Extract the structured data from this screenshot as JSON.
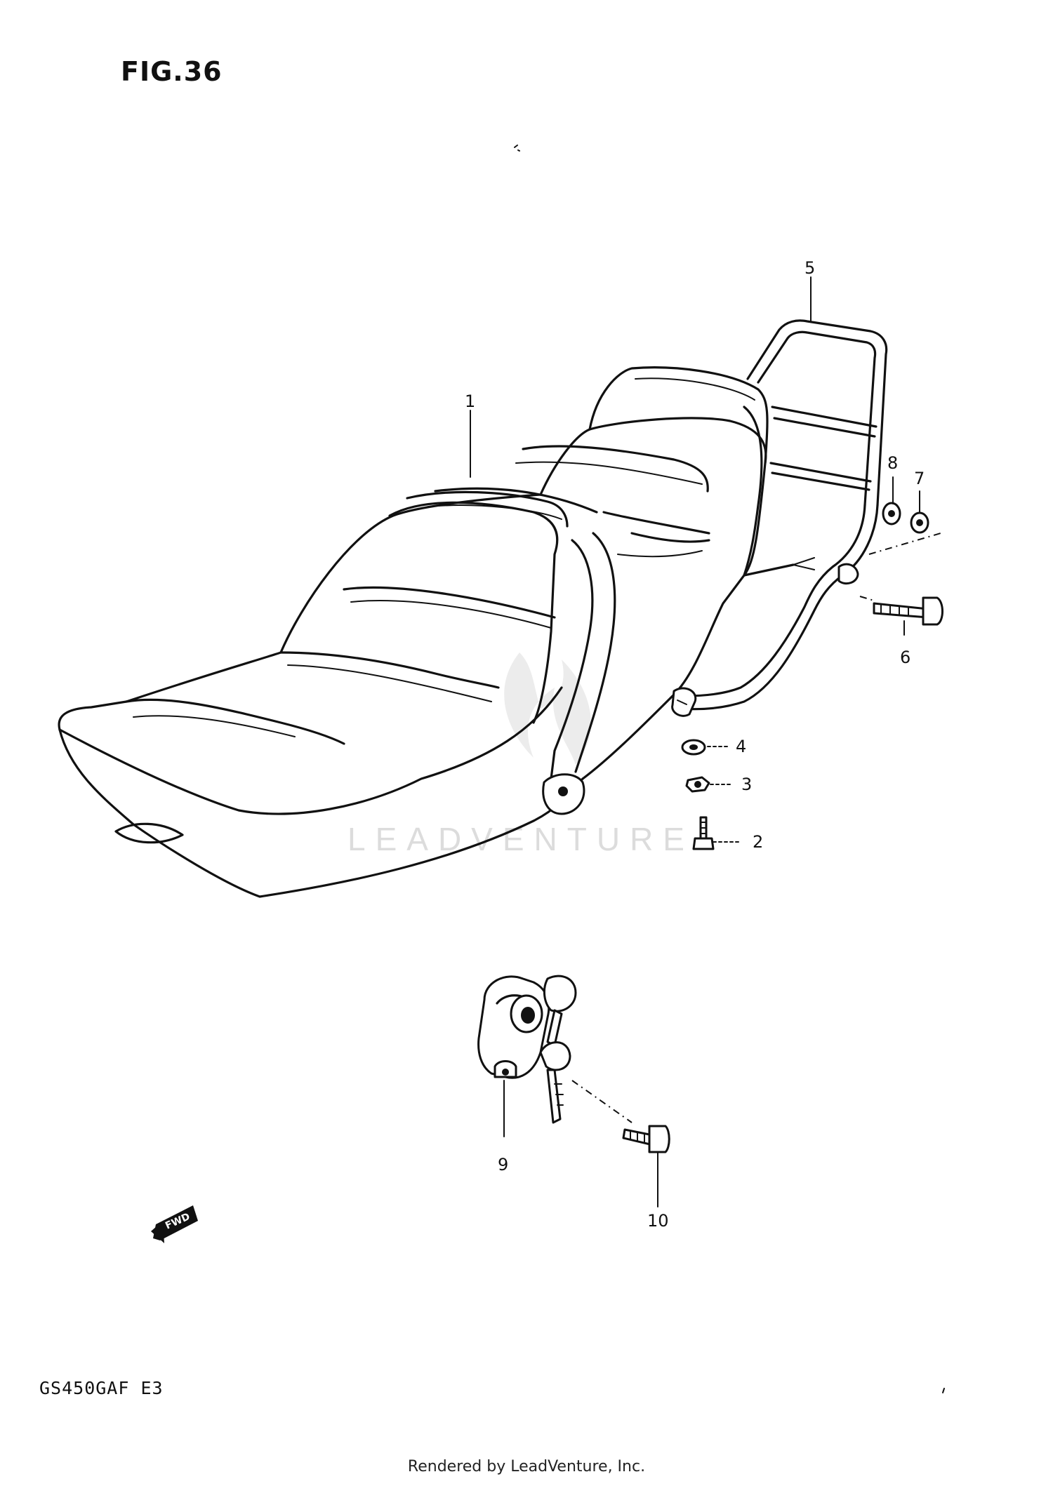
{
  "figure_title": "FIG.36",
  "model_code": "GS450GAF E3",
  "render_credit": "Rendered by LeadVenture, Inc.",
  "watermark": "LEADVENTURE",
  "direction_marker": "FWD",
  "callouts": [
    {
      "id": "1",
      "part": "seat"
    },
    {
      "id": "2",
      "part": "bolt"
    },
    {
      "id": "3",
      "part": "nut"
    },
    {
      "id": "4",
      "part": "washer"
    },
    {
      "id": "5",
      "part": "seat-rail"
    },
    {
      "id": "6",
      "part": "bolt"
    },
    {
      "id": "7",
      "part": "nut"
    },
    {
      "id": "8",
      "part": "washer"
    },
    {
      "id": "9",
      "part": "seat-lock"
    },
    {
      "id": "10",
      "part": "screw"
    }
  ]
}
